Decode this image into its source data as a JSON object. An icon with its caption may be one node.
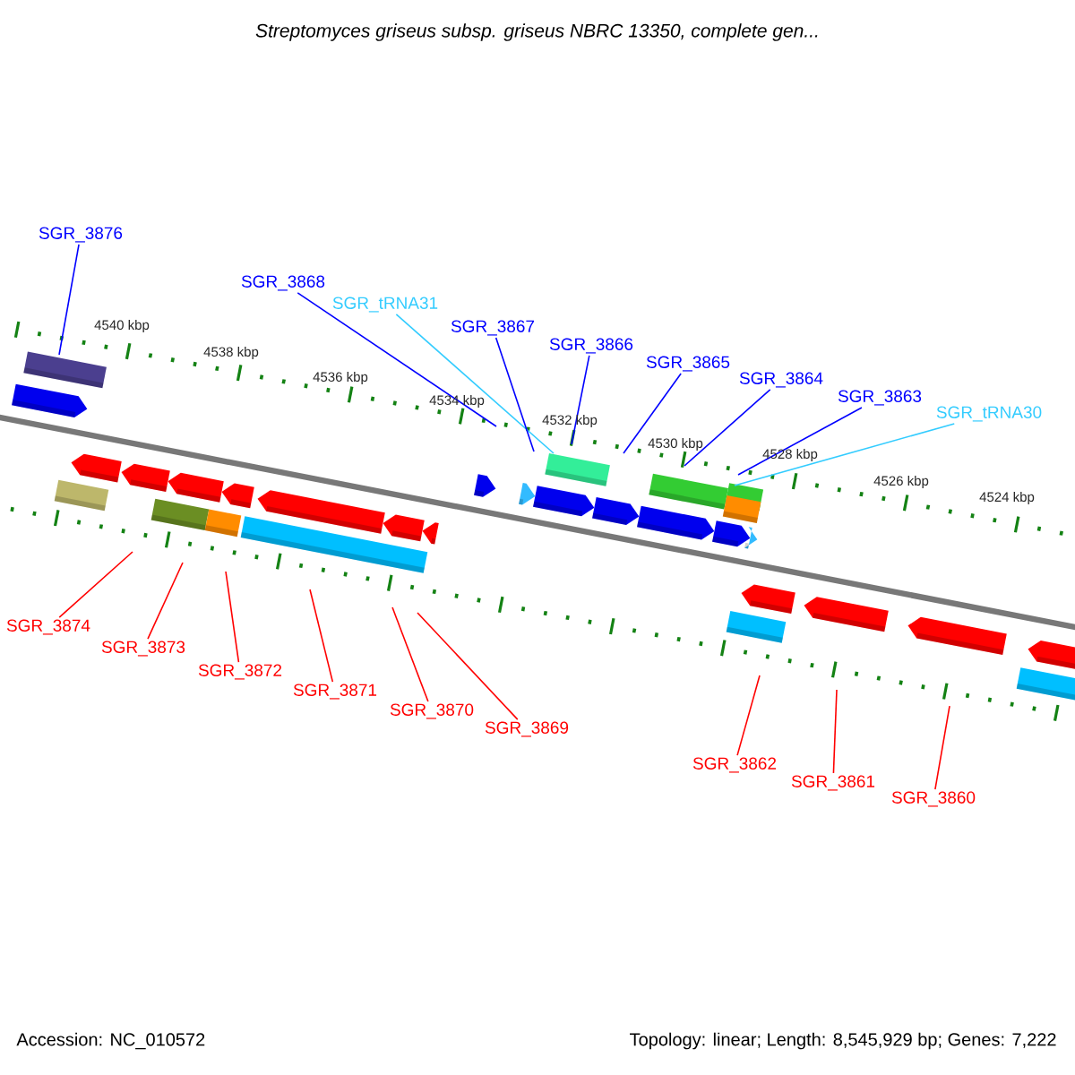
{
  "diagram": {
    "title": "Streptomyces griseus subsp. griseus NBRC 13350, complete gen...",
    "nodes": [
      {
        "text": [
          "SGR_3876"
        ]
      },
      {
        "text": [
          "SGR_3868"
        ]
      },
      {
        "text": [
          "SGR_tRNA31"
        ]
      },
      {
        "text": [
          "SGR_3867"
        ]
      },
      {
        "text": [
          "SGR_3866"
        ]
      },
      {
        "text": [
          "SGR_3865"
        ]
      },
      {
        "text": [
          "SGR_3864"
        ]
      },
      {
        "text": [
          "SGR_3863"
        ]
      },
      {
        "text": [
          "SGR_tRNA30"
        ]
      },
      {
        "text": [
          "SGR_3874"
        ]
      },
      {
        "text": [
          "SGR_3873"
        ]
      },
      {
        "text": [
          "SGR_3872"
        ]
      },
      {
        "text": [
          "SGR_3871"
        ]
      },
      {
        "text": [
          "SGR_3870"
        ]
      },
      {
        "text": [
          "SGR_3869"
        ]
      },
      {
        "text": [
          "SGR_3862"
        ]
      },
      {
        "text": [
          "SGR_3861"
        ]
      },
      {
        "text": [
          "SGR_3860"
        ]
      }
    ],
    "edges": [
      {
        "from": 0,
        "to": null,
        "arrow": "none",
        "color": "#0000ff"
      },
      {
        "from": 1,
        "to": null,
        "arrow": "none",
        "color": "#0000ff"
      },
      {
        "from": 2,
        "to": null,
        "arrow": "none",
        "color": "#33ccff"
      },
      {
        "from": 3,
        "to": null,
        "arrow": "none",
        "color": "#0000ff"
      },
      {
        "from": 4,
        "to": null,
        "arrow": "none",
        "color": "#0000ff"
      },
      {
        "from": 5,
        "to": null,
        "arrow": "none",
        "color": "#0000ff"
      },
      {
        "from": 6,
        "to": null,
        "arrow": "none",
        "color": "#0000ff"
      },
      {
        "from": 7,
        "to": null,
        "arrow": "none",
        "color": "#0000ff"
      },
      {
        "from": 8,
        "to": null,
        "arrow": "none",
        "color": "#33ccff"
      },
      {
        "from": 9,
        "to": null,
        "arrow": "none"
      },
      {
        "from": 10,
        "to": null,
        "arrow": "none"
      },
      {
        "from": 11,
        "to": null,
        "arrow": "none"
      },
      {
        "from": 12,
        "to": null,
        "arrow": "none"
      },
      {
        "from": 13,
        "to": null,
        "arrow": "none"
      },
      {
        "from": 14,
        "to": null,
        "arrow": "none"
      },
      {
        "from": 15,
        "to": null,
        "arrow": "none"
      },
      {
        "from": 16,
        "to": null,
        "arrow": "none"
      },
      {
        "from": 17,
        "to": null,
        "arrow": "none"
      }
    ],
    "labels": [
      "4540 kbp",
      "4538 kbp",
      "4536 kbp",
      "4534 kbp",
      "4532 kbp",
      "4530 kbp",
      "4528 kbp",
      "4526 kbp",
      "4524 kbp",
      "Accession: NC_010572",
      "Topology: linear; Length: 8,545,929 bp; Genes: 7,222"
    ]
  }
}
